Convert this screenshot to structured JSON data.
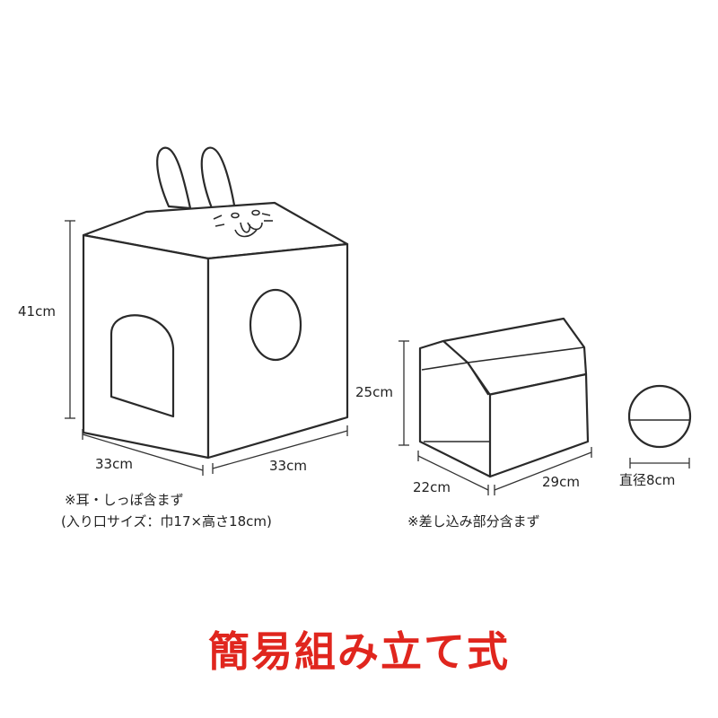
{
  "house_large": {
    "height_label": "41cm",
    "width_left_label": "33cm",
    "width_right_label": "33cm",
    "note_line1": "※耳・しっぽ含まず",
    "note_line2": "(入り口サイズ：巾17×高さ18cm)"
  },
  "tunnel": {
    "height_label": "25cm",
    "width_left_label": "22cm",
    "width_right_label": "29cm",
    "note": "※差し込み部分含まず"
  },
  "circle_part": {
    "diameter_label": "直径8cm"
  },
  "title": "簡易組み立て式",
  "colors": {
    "title": "#e0261e",
    "line": "#2a2a2a"
  }
}
